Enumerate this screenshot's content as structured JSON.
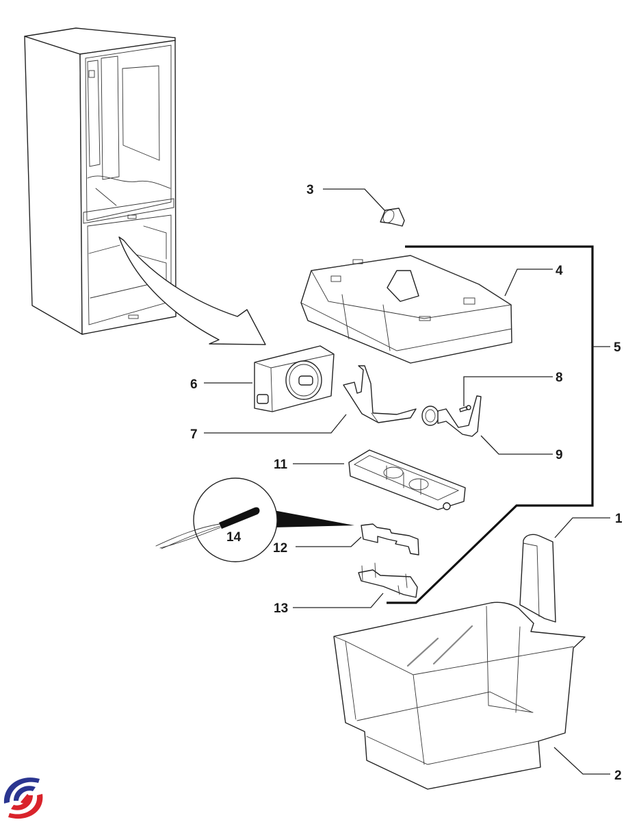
{
  "diagram": {
    "type": "exploded-parts-diagram",
    "subject": "Refrigerator freezer ice maker assembly",
    "callouts": [
      {
        "number": "1",
        "part": "ice-bin-divider"
      },
      {
        "number": "2",
        "part": "ice-bin"
      },
      {
        "number": "3",
        "part": "cap"
      },
      {
        "number": "4",
        "part": "ice-maker-housing"
      },
      {
        "number": "5",
        "part": "ice-maker-assembly"
      },
      {
        "number": "6",
        "part": "motor-control-unit"
      },
      {
        "number": "7",
        "part": "ejector-bracket"
      },
      {
        "number": "8",
        "part": "screw"
      },
      {
        "number": "9",
        "part": "shut-off-arm"
      },
      {
        "number": "11",
        "part": "ice-tray"
      },
      {
        "number": "12",
        "part": "tray-support"
      },
      {
        "number": "13",
        "part": "mounting-bracket"
      },
      {
        "number": "14",
        "part": "temperature-sensor"
      }
    ],
    "colors": {
      "line": "#222222",
      "background": "#ffffff",
      "logo_blue": "#2a3590",
      "logo_red": "#d9232b"
    }
  }
}
